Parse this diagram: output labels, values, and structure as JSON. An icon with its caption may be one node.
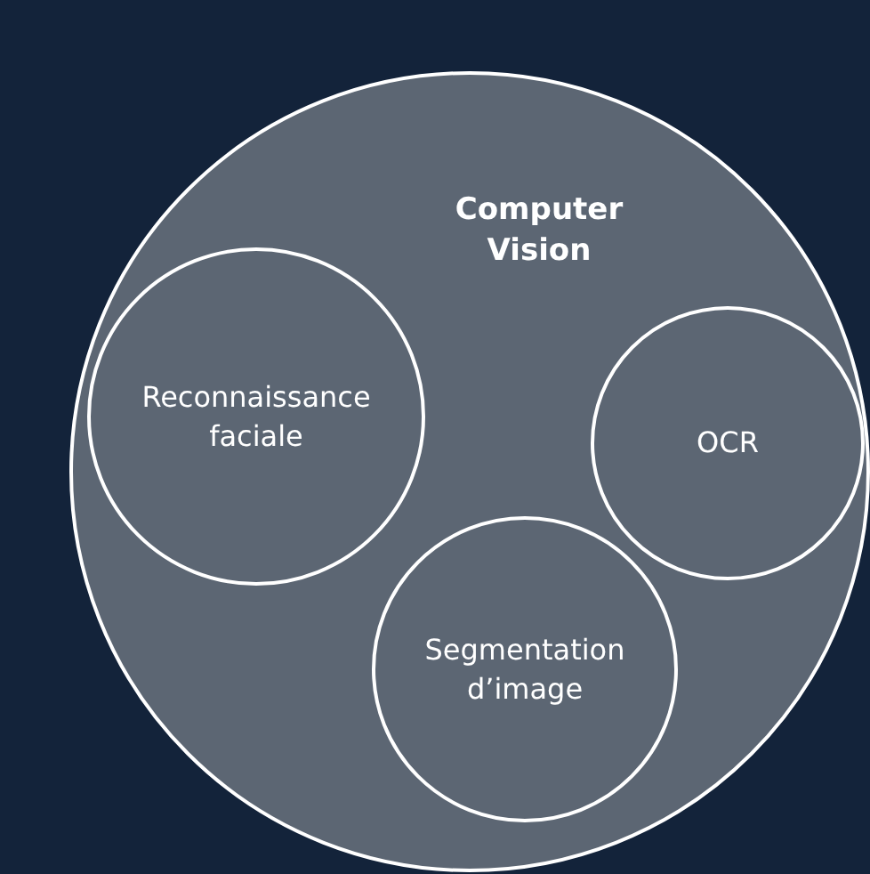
{
  "diagram": {
    "nodes": [
      {
        "text": [
          "Computer Vision"
        ]
      },
      {
        "text": [
          "Reconnaissance faciale"
        ],
        "in": 0
      },
      {
        "text": [
          "OCR"
        ],
        "in": 0
      },
      {
        "text": [
          "Segmentation d’image"
        ],
        "in": 0
      }
    ]
  }
}
